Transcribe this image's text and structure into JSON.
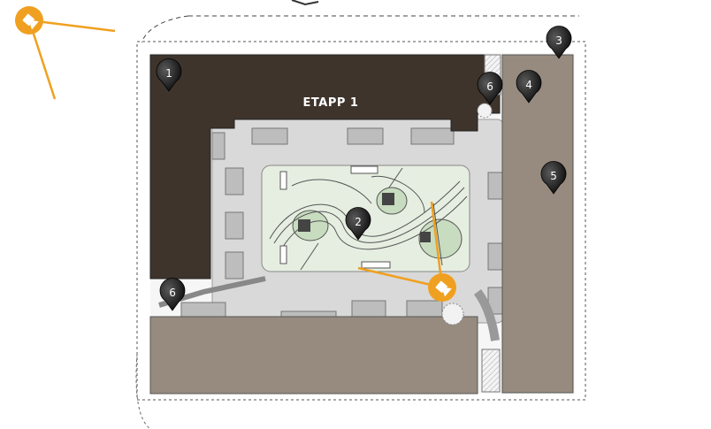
{
  "map": {
    "block_label": "ETAPP 1",
    "markers": [
      {
        "id": "m1",
        "label": "1"
      },
      {
        "id": "m2",
        "label": "2"
      },
      {
        "id": "m3",
        "label": "3"
      },
      {
        "id": "m4",
        "label": "4"
      },
      {
        "id": "m5",
        "label": "5"
      },
      {
        "id": "m6a",
        "label": "6"
      },
      {
        "id": "m6b",
        "label": "6"
      }
    ],
    "view_markers": [
      {
        "id": "camera-main",
        "icon": "camera-view-icon"
      },
      {
        "id": "camera-corner",
        "icon": "camera-view-icon"
      }
    ],
    "colors": {
      "building_dark": "#3e342c",
      "building_gray": "#978b80",
      "courtyard_green": "#e6eee1",
      "path_gray": "#cfcfcf",
      "marker": "#1b1b1b",
      "camera": "#f0a020"
    }
  }
}
